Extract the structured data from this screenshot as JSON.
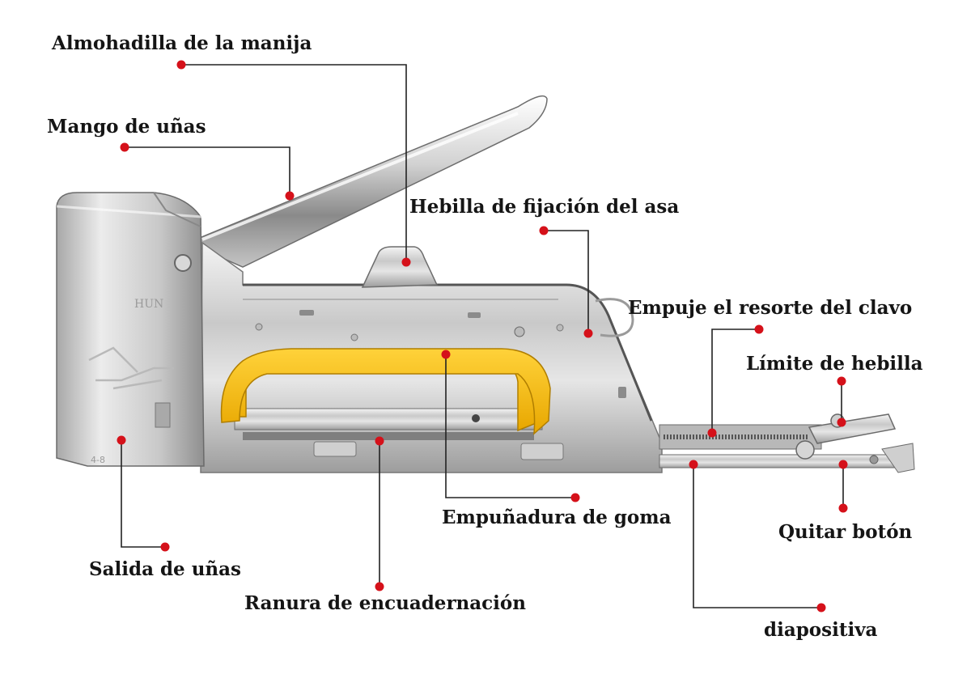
{
  "accent_color": "#d5111a",
  "tool": {
    "brand_text": "HUN",
    "model_text": "4-8"
  },
  "labels": {
    "handle_pad": "Almohadilla de la manija",
    "nail_handle": "Mango de uñas",
    "handle_buckle": "Hebilla de fijación del asa",
    "nail_spring": "Empuje el resorte del clavo",
    "buckle_limit": "Límite de hebilla",
    "rubber_grip": "Empuñadura de goma",
    "remove_button": "Quitar botón",
    "nail_outlet": "Salida de uñas",
    "binding_slot": "Ranura de encuadernación",
    "slide": "diapositiva"
  }
}
